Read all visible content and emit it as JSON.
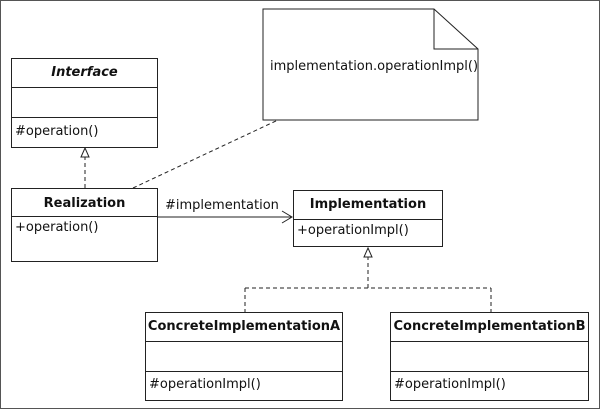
{
  "note": {
    "text": "implementation.operationImpl()"
  },
  "classes": {
    "interface": {
      "name": "Interface",
      "attributes": "",
      "operations": "#operation()"
    },
    "realization": {
      "name": "Realization",
      "operations": "+operation()"
    },
    "implementation": {
      "name": "Implementation",
      "operations": "+operationImpl()"
    },
    "concrete_a": {
      "name": "ConcreteImplementationA",
      "attributes": "",
      "operations": "#operationImpl()"
    },
    "concrete_b": {
      "name": "ConcreteImplementationB",
      "attributes": "",
      "operations": "#operationImpl()"
    }
  },
  "associations": {
    "realization_to_implementation": "#implementation"
  }
}
